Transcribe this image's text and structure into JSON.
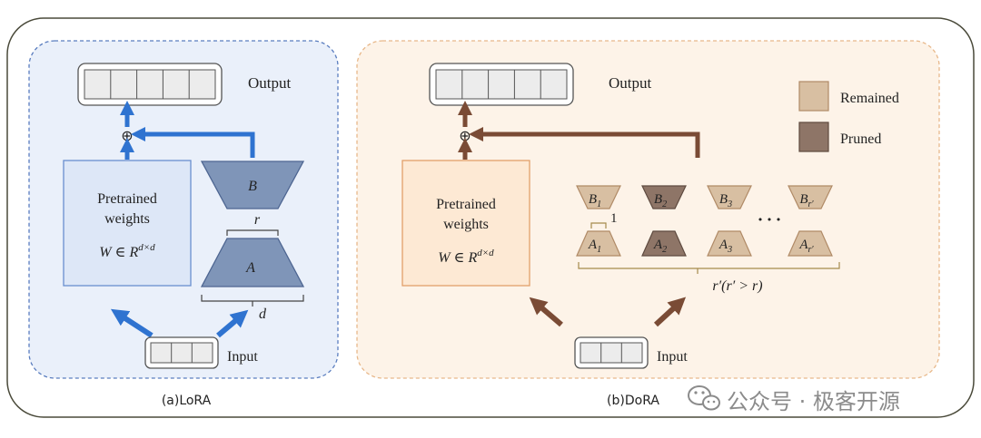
{
  "colors": {
    "lora_panel_bg": "#eaf0fa",
    "lora_panel_border": "#5a7dbf",
    "lora_weights_fill": "#dde7f7",
    "lora_weights_stroke": "#6a8fcf",
    "lora_trapezoid_fill": "#7f95b8",
    "lora_trapezoid_stroke": "#4d6591",
    "lora_arrow": "#2f73d0",
    "dora_panel_bg": "#fdf3e8",
    "dora_panel_border": "#e8b88a",
    "dora_weights_fill": "#fde9d4",
    "dora_weights_stroke": "#e2a06a",
    "dora_arrow": "#7a4b35",
    "remained": "#d8bfa2",
    "remained_stroke": "#b08a66",
    "pruned": "#8e7567",
    "pruned_stroke": "#5e4a3f",
    "bracket": "#a68a4c"
  },
  "lora": {
    "caption": "(a)LoRA",
    "output_label": "Output",
    "input_label": "Input",
    "weights_line1": "Pretrained",
    "weights_line2": "weights",
    "weights_formula_main": "W ∈ R",
    "weights_formula_sup": "d×d",
    "B_label": "B",
    "A_label": "A",
    "rank_label": "r",
    "dim_label": "d",
    "plus": "⊕"
  },
  "dora": {
    "caption": "(b)DoRA",
    "output_label": "Output",
    "input_label": "Input",
    "weights_line1": "Pretrained",
    "weights_line2": "weights",
    "weights_formula_main": "W ∈ R",
    "weights_formula_sup": "d×d",
    "plus": "⊕",
    "legend": [
      {
        "label": "Remained",
        "state": "remained"
      },
      {
        "label": "Pruned",
        "state": "pruned"
      }
    ],
    "components": [
      {
        "b": "B",
        "a": "A",
        "sub": "1",
        "state": "remained"
      },
      {
        "b": "B",
        "a": "A",
        "sub": "2",
        "state": "pruned"
      },
      {
        "b": "B",
        "a": "A",
        "sub": "3",
        "state": "remained"
      },
      {
        "b": "B",
        "a": "A",
        "sub": "r′",
        "state": "remained"
      }
    ],
    "ellipsis": "• • •",
    "unit_label": "1",
    "rank_label": "r′(r′ > r)"
  },
  "watermark": {
    "text": "公众号 · 极客开源",
    "icon": "wechat-icon"
  }
}
